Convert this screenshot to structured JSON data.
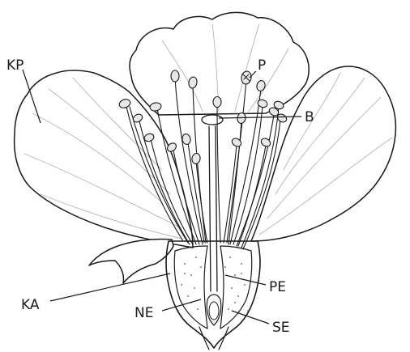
{
  "labels": {
    "kp": "KP",
    "p": "P",
    "b": "B",
    "pe": "PE",
    "ka": "KA",
    "ne": "NE",
    "se": "SE"
  },
  "colors": {
    "ink": "#1a1a1a",
    "vein": "#b5b5b5",
    "background": "#ffffff"
  }
}
